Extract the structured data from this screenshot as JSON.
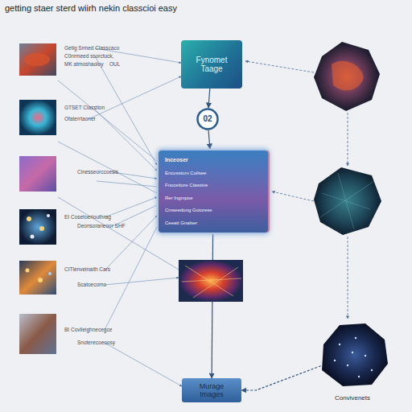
{
  "diagram": {
    "title": "getting staer sterd wiirh nekin classcioi easy",
    "nodes": [
      {
        "text": [
          "Fynomet Taage"
        ]
      },
      {
        "text": [
          "02"
        ]
      },
      {
        "text": [
          "Inceoser",
          "Encosstom Coilsee",
          "Fnocettore Ctassive",
          "Rer Ingmpoe",
          "Cmseedong Gotorese",
          "Ceeatt Gnalser"
        ]
      },
      {
        "text": [
          "Murage Images"
        ]
      },
      {
        "text": [
          "Convivenets"
        ]
      }
    ],
    "edges": [
      {
        "from": 0,
        "to": 1,
        "arrow": "to"
      },
      {
        "from": 1,
        "to": 2,
        "arrow": "to"
      },
      {
        "from": 2,
        "to": 3,
        "arrow": "to"
      },
      {
        "from": 4,
        "to": 3,
        "arrow": "to"
      }
    ],
    "labels": [
      "Getig Srmed Classcaco",
      "C0nrmeed ssorctuck,",
      "MK atmoshaoloy",
      "OUL",
      "GTSET Classtion",
      "Ofaterrtaoner",
      "Cinesseorccoesis",
      "EI Cosetoeriouthrag",
      "Deonsoraneoor SHF",
      "CITlenveinaith Cars",
      "Scatoecomo",
      "BI Covlleighnecegce",
      "Snoterecoeoosy"
    ]
  }
}
